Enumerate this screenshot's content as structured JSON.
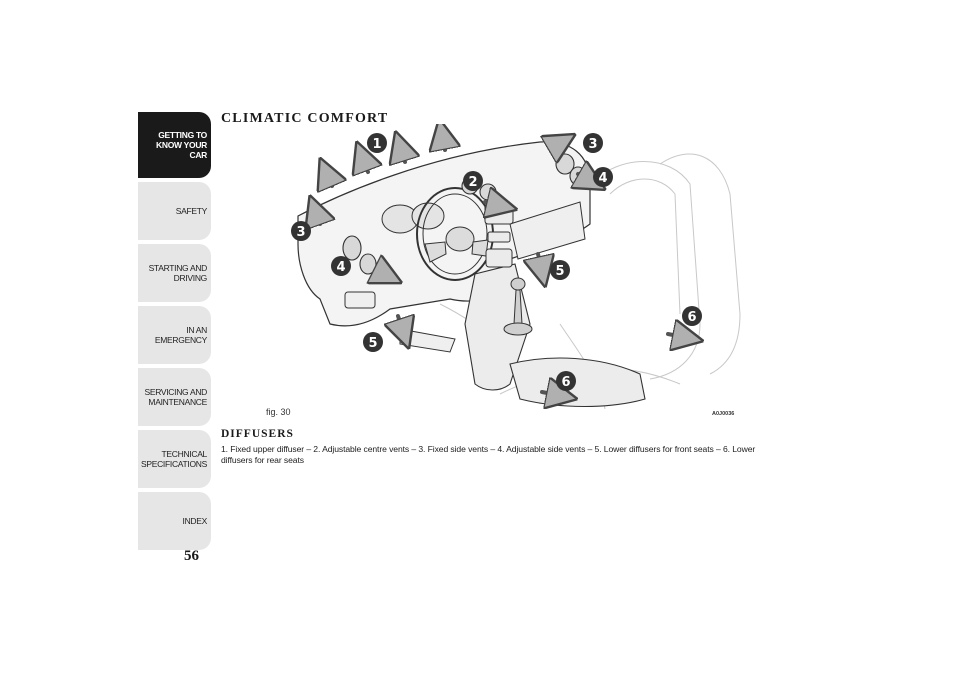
{
  "sidebar": {
    "tabs": [
      {
        "label": "GETTING TO\nKNOW YOUR CAR",
        "active": true
      },
      {
        "label": "SAFETY",
        "active": false
      },
      {
        "label": "STARTING AND\nDRIVING",
        "active": false
      },
      {
        "label": "IN AN EMERGENCY",
        "active": false
      },
      {
        "label": "SERVICING AND\nMAINTENANCE",
        "active": false
      },
      {
        "label": "TECHNICAL\nSPECIFICATIONS",
        "active": false
      },
      {
        "label": "INDEX",
        "active": false
      }
    ],
    "page_number": "56"
  },
  "section": {
    "title": "CLIMATIC COMFORT"
  },
  "figure": {
    "label": "fig. 30",
    "code": "A0J0036",
    "callouts": [
      "1",
      "2",
      "3",
      "3",
      "4",
      "4",
      "5",
      "5",
      "6",
      "6"
    ]
  },
  "diffusers": {
    "title": "DIFFUSERS",
    "text": "1. Fixed upper diffuser – 2. Adjustable centre vents – 3. Fixed side vents – 4. Adjustable side vents – 5. Lower diffusers for front seats – 6. Lower diffusers for rear seats"
  },
  "colors": {
    "active_tab": "#1a1a1a",
    "inactive_tab": "#e6e6e6",
    "callout": "#333333"
  }
}
